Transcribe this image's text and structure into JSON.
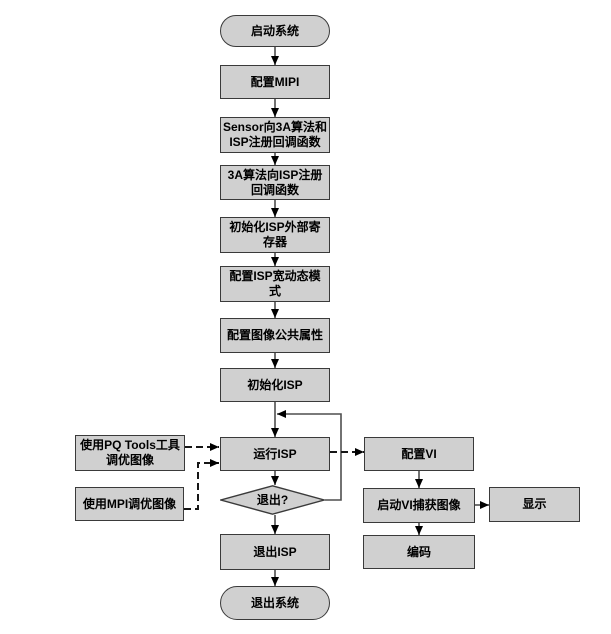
{
  "colors": {
    "node_fill": "#d0d0d0",
    "node_border": "#3a3a3a",
    "line": "#4f4f4f",
    "dash": "#161616",
    "arrow": "#000000",
    "background": "#ffffff"
  },
  "nodes": {
    "start": {
      "label": "启动系统",
      "shape": "terminator"
    },
    "mipi": {
      "label": "配置MIPI",
      "shape": "process"
    },
    "sensor_reg": {
      "label": "Sensor向3A算法和\nISP注册回调函数",
      "shape": "process"
    },
    "aaa_reg": {
      "label": "3A算法向ISP注册\n回调函数",
      "shape": "process"
    },
    "init_ext_reg": {
      "label": "初始化ISP外部寄\n存器",
      "shape": "process"
    },
    "wdr": {
      "label": "配置ISP宽动态模\n式",
      "shape": "process"
    },
    "pub_attr": {
      "label": "配置图像公共属性",
      "shape": "process"
    },
    "init_isp": {
      "label": "初始化ISP",
      "shape": "process"
    },
    "run_isp": {
      "label": "运行ISP",
      "shape": "process"
    },
    "exit_q": {
      "label": "退出?",
      "shape": "decision"
    },
    "exit_isp": {
      "label": "退出ISP",
      "shape": "process"
    },
    "exit_sys": {
      "label": "退出系统",
      "shape": "terminator"
    },
    "pq_tools": {
      "label": "使用PQ Tools工具\n调优图像",
      "shape": "process"
    },
    "mpi": {
      "label": "使用MPI调优图像",
      "shape": "process"
    },
    "cfg_vi": {
      "label": "配置VI",
      "shape": "process"
    },
    "start_vi": {
      "label": "启动VI捕获图像",
      "shape": "process"
    },
    "display": {
      "label": "显示",
      "shape": "process"
    },
    "encode": {
      "label": "编码",
      "shape": "process"
    }
  }
}
